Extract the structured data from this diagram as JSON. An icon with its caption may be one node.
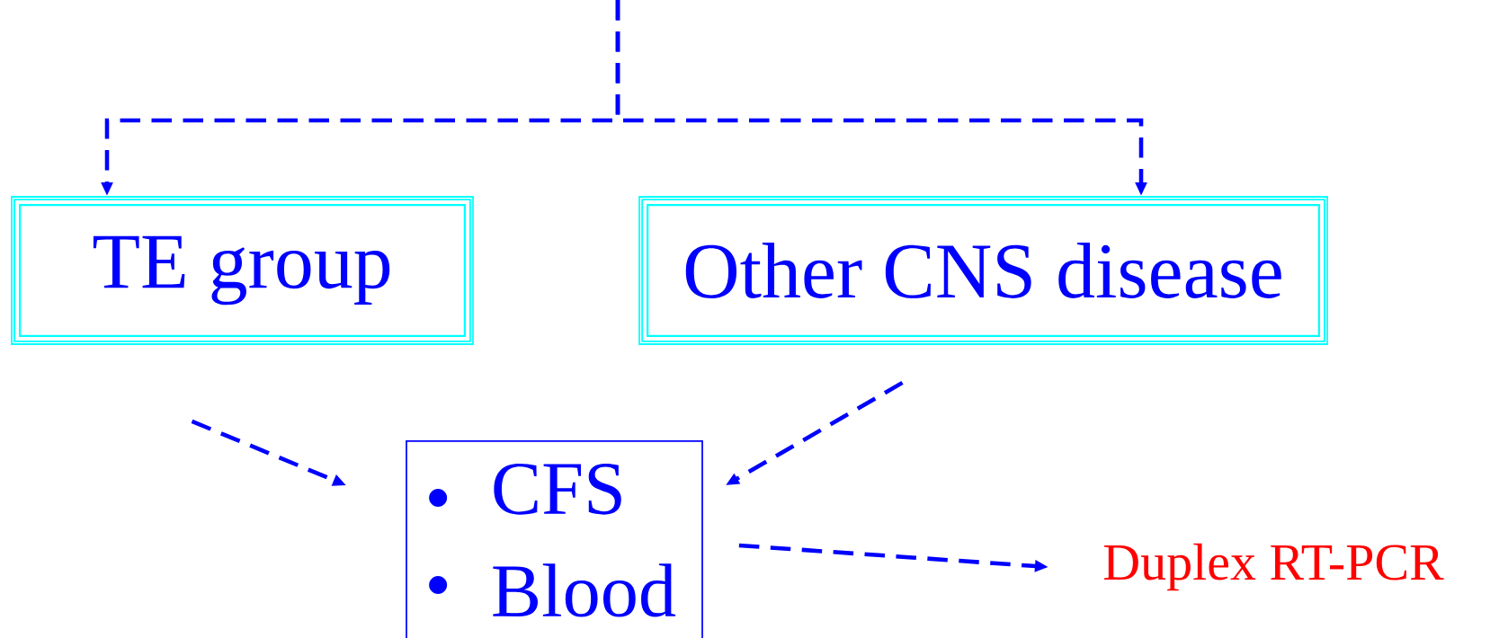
{
  "diagram": {
    "nodes": [
      {
        "text": [
          "TE group"
        ]
      },
      {
        "text": [
          "Other CNS disease"
        ]
      },
      {
        "text": [
          "CFS",
          "Blood"
        ]
      },
      {
        "text": [
          "Duplex RT-PCR"
        ]
      }
    ],
    "edges": [
      {
        "from": null,
        "to": 0,
        "arrow": "to"
      },
      {
        "from": null,
        "to": 1,
        "arrow": "to"
      },
      {
        "from": 0,
        "to": 2,
        "arrow": "to"
      },
      {
        "from": 1,
        "to": 2,
        "arrow": "to"
      },
      {
        "from": 2,
        "to": 3,
        "arrow": "to"
      }
    ]
  }
}
